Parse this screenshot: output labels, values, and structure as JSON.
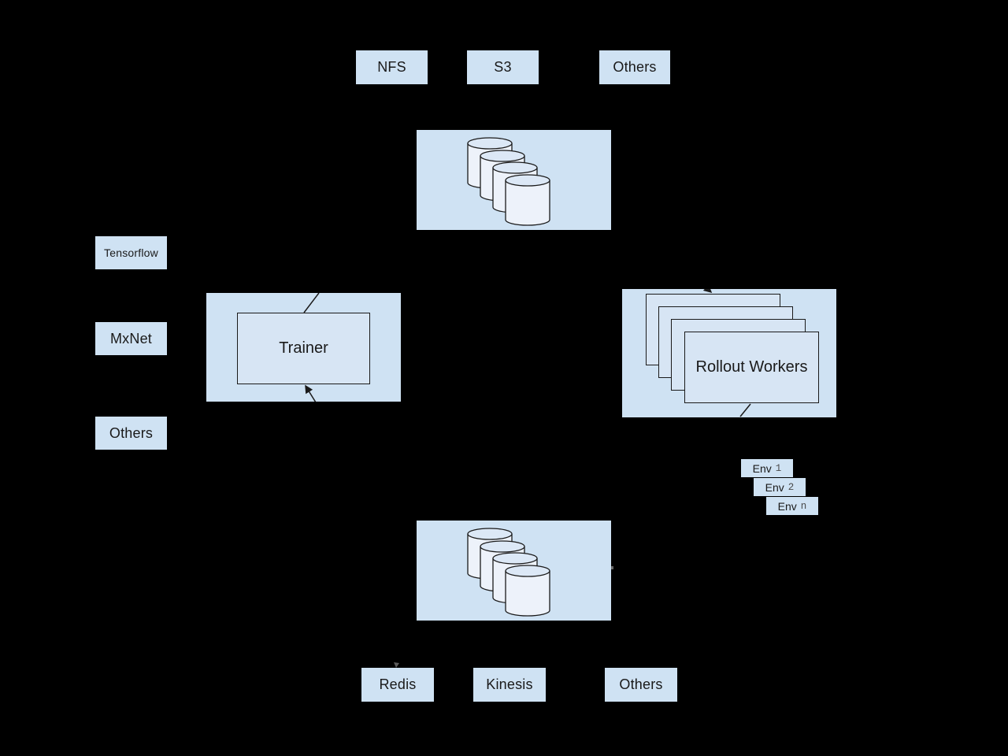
{
  "colors": {
    "background": "#000000",
    "container_fill": "#cfe2f3",
    "inner_fill": "#d7e5f4",
    "cylinder_body": "#edf2fa",
    "cylinder_top": "#dce8f6",
    "stroke": "#1a1a1a",
    "text": "#1a1a1a"
  },
  "top_row": {
    "items": [
      {
        "label": "NFS"
      },
      {
        "label": "S3"
      },
      {
        "label": "Others"
      }
    ]
  },
  "frameworks": {
    "items": [
      {
        "label": "Tensorflow"
      },
      {
        "label": "MxNet"
      },
      {
        "label": "Others"
      }
    ]
  },
  "trainer": {
    "label": "Trainer"
  },
  "rollout": {
    "label": "Rollout Workers"
  },
  "envs": {
    "items": [
      {
        "name": "Env",
        "index": "1"
      },
      {
        "name": "Env",
        "index": "2"
      },
      {
        "name": "Env",
        "index": "n"
      }
    ]
  },
  "bottom_row": {
    "items": [
      {
        "label": "Redis"
      },
      {
        "label": "Kinesis"
      },
      {
        "label": "Others"
      }
    ]
  }
}
